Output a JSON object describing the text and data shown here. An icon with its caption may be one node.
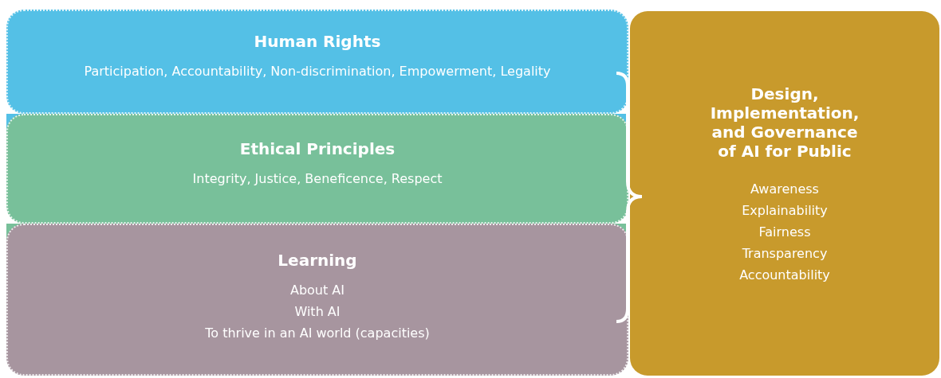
{
  "diagram": {
    "nodes": [
      {
        "text": [
          "Human Rights",
          "Participation, Accountability, Non-discrimination, Empowerment, Legality"
        ]
      },
      {
        "text": [
          "Ethical Principles",
          "Integrity, Justice, Beneficence, Respect"
        ]
      },
      {
        "text": [
          "Learning",
          "About AI",
          "With AI",
          "To thrive in an AI world (capacities)"
        ]
      },
      {
        "text": [
          "Design, Implementation, and Governance of AI for Public",
          "Awareness",
          "Explainability",
          "Fairness",
          "Transparency",
          "Accountability"
        ]
      }
    ]
  }
}
